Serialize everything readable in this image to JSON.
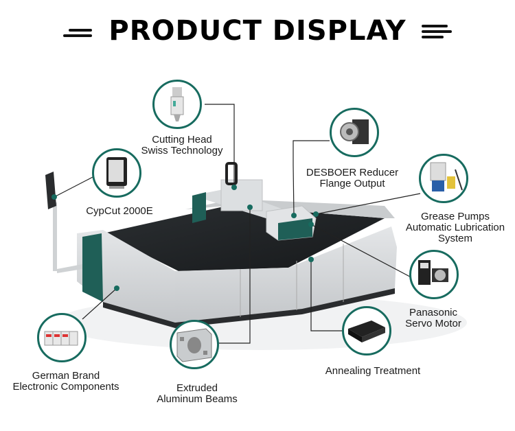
{
  "title": "PRODUCT DISPLAY",
  "accent_color": "#176b5f",
  "labels": {
    "cutting_head": [
      "Cutting Head",
      "Swiss Technology"
    ],
    "cypcut": [
      "CypCut 2000E"
    ],
    "desboer": [
      "DESBOER Reducer",
      "Flange Output"
    ],
    "grease": [
      "Grease Pumps",
      "Automatic Lubrication",
      "System"
    ],
    "servo": [
      "Panasonic",
      "Servo Motor"
    ],
    "annealing": [
      "Annealing Treatment"
    ],
    "german": [
      "German Brand",
      "Electronic Components"
    ],
    "extruded": [
      "Extruded",
      "Aluminum Beams"
    ]
  },
  "icons": [
    "cutting-head-icon",
    "touchscreen-icon",
    "reducer-icon",
    "grease-pump-icon",
    "servo-motor-icon",
    "annealed-bed-icon",
    "electronic-components-icon",
    "aluminum-beam-icon"
  ]
}
